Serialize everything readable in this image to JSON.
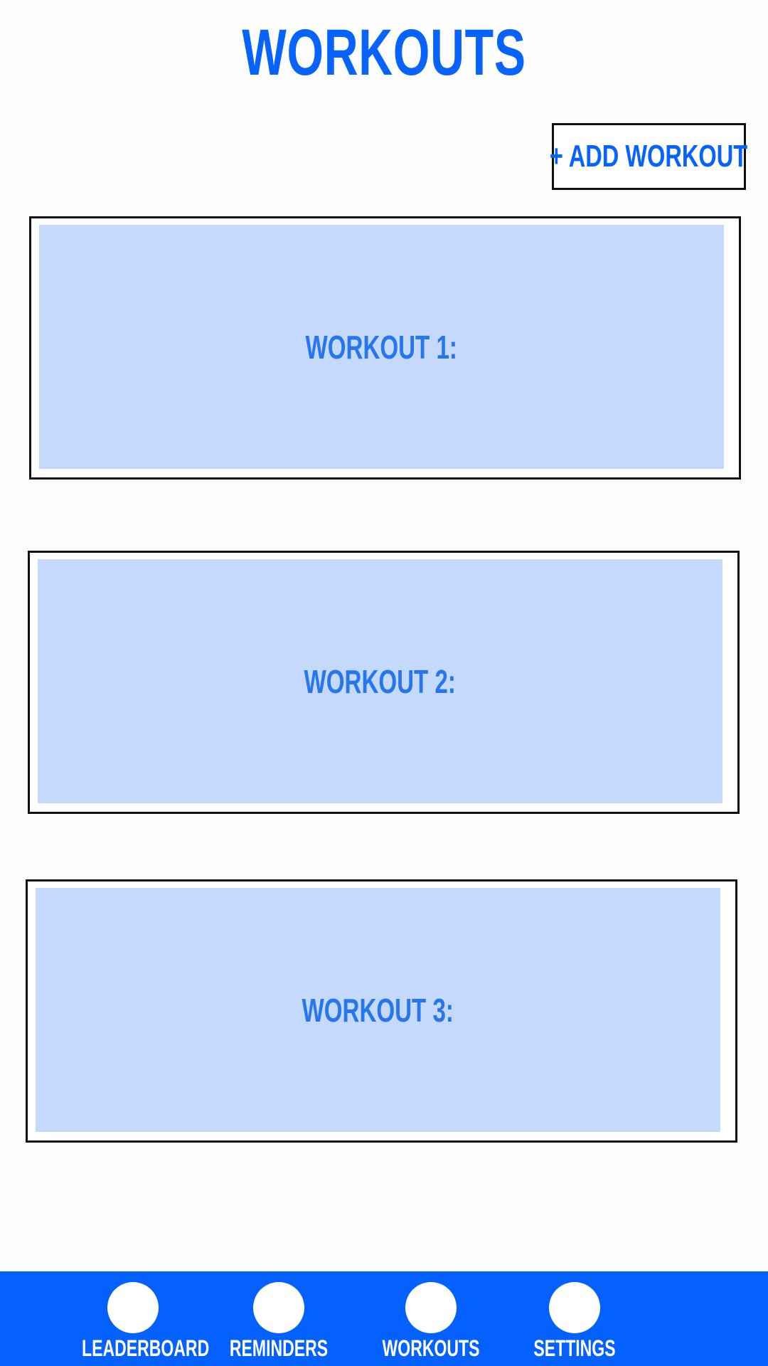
{
  "header": {
    "title": "WORKOUTS"
  },
  "actions": {
    "add_workout_label": "+ ADD WORKOUT"
  },
  "workouts": [
    {
      "label": "WORKOUT 1:"
    },
    {
      "label": "WORKOUT 2:"
    },
    {
      "label": "WORKOUT 3:"
    }
  ],
  "bottom_nav": {
    "items": [
      {
        "label": "LEADERBOARD",
        "icon": "circle-icon"
      },
      {
        "label": "REMINDERS",
        "icon": "circle-icon"
      },
      {
        "label": "WORKOUTS",
        "icon": "circle-icon"
      },
      {
        "label": "SETTINGS",
        "icon": "circle-icon"
      }
    ]
  },
  "colors": {
    "accent": "#0862fc",
    "nav_background": "#0461fe",
    "card_fill": "#c5d9fc",
    "card_text": "#2776ec"
  }
}
